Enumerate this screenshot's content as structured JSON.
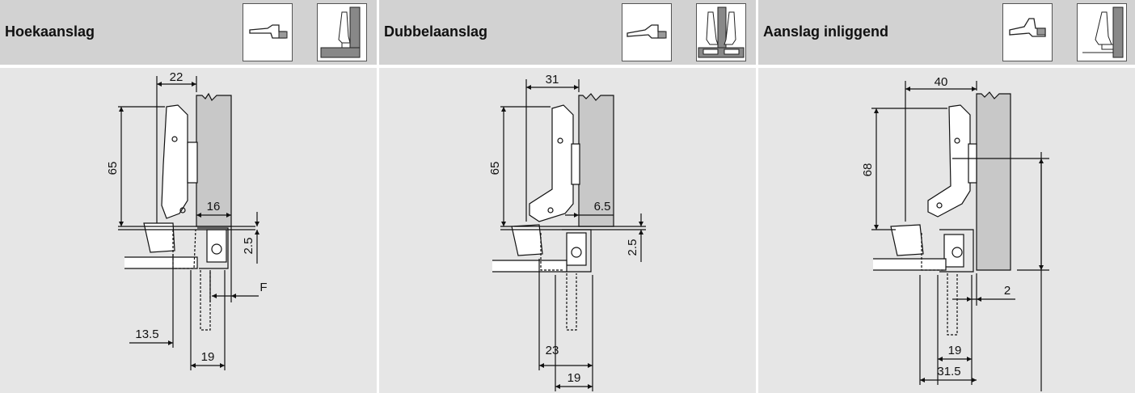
{
  "panels": [
    {
      "title": "Hoekaanslag",
      "dims": {
        "d22": "22",
        "d65": "65",
        "d16": "16",
        "d25": "2.5",
        "dF": "F",
        "d135": "13.5",
        "d19": "19"
      }
    },
    {
      "title": "Dubbelaanslag",
      "dims": {
        "d31": "31",
        "d65": "65",
        "d65b": "6.5",
        "d25": "2.5",
        "d23": "23",
        "d19": "19"
      }
    },
    {
      "title": "Aanslag inliggend",
      "dims": {
        "d40": "40",
        "d68": "68",
        "d2": "2",
        "d19": "19",
        "d315": "31.5"
      }
    }
  ],
  "colors": {
    "header": "#d2d2d2",
    "background": "#e6e6e6",
    "door": "#c8c8c8",
    "line": "#111111"
  }
}
